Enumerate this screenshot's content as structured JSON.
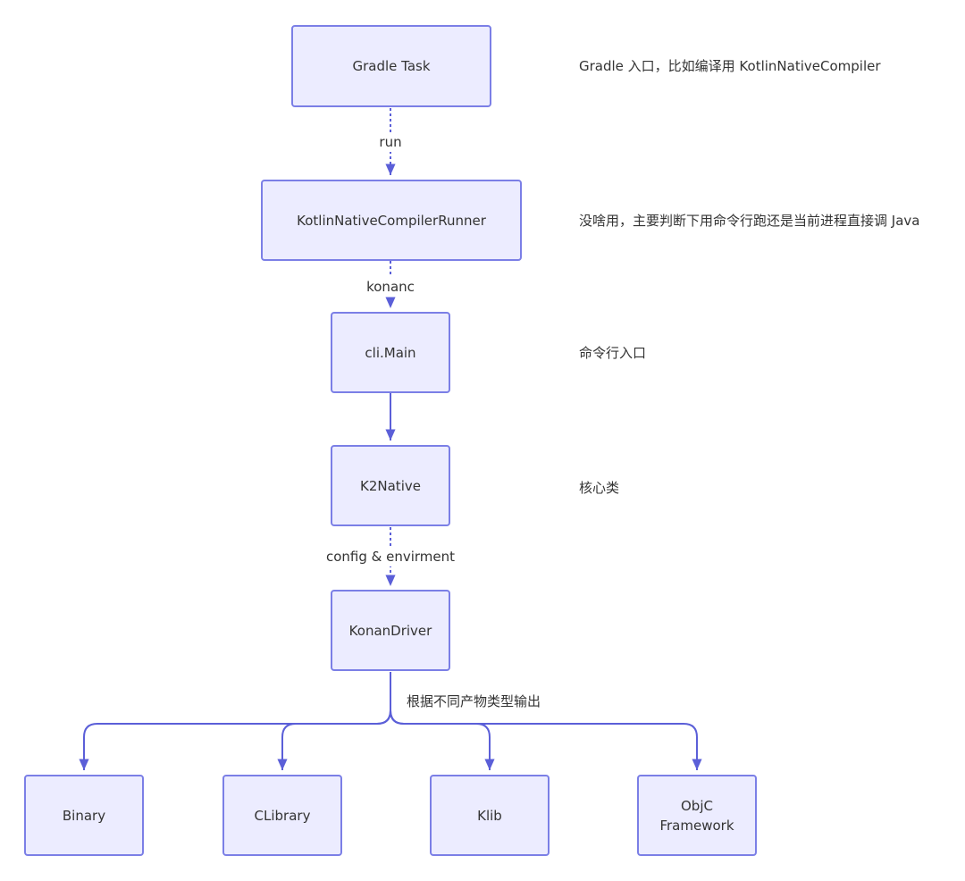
{
  "nodes": {
    "gradle_task": "Gradle Task",
    "runner": "KotlinNativeCompilerRunner",
    "cli_main": "cli.Main",
    "k2native": "K2Native",
    "konan_driver": "KonanDriver",
    "binary": "Binary",
    "clibrary": "CLibrary",
    "klib": "Klib",
    "objc_framework_line1": "ObjC",
    "objc_framework_line2": "Framework"
  },
  "edges": {
    "run": "run",
    "konanc": "konanc",
    "config": "config & envirment",
    "outputs": "根据不同产物类型输出"
  },
  "notes": {
    "gradle_task": "Gradle 入口，比如编译用 KotlinNativeCompiler",
    "runner": "没啥用，主要判断下用命令行跑还是当前进程直接调 Java",
    "cli_main": "命令行入口",
    "k2native": "核心类"
  },
  "colors": {
    "node_fill": "#ececff",
    "node_border": "#7b7fe6",
    "edge": "#5b5fd8",
    "text": "#333333"
  }
}
